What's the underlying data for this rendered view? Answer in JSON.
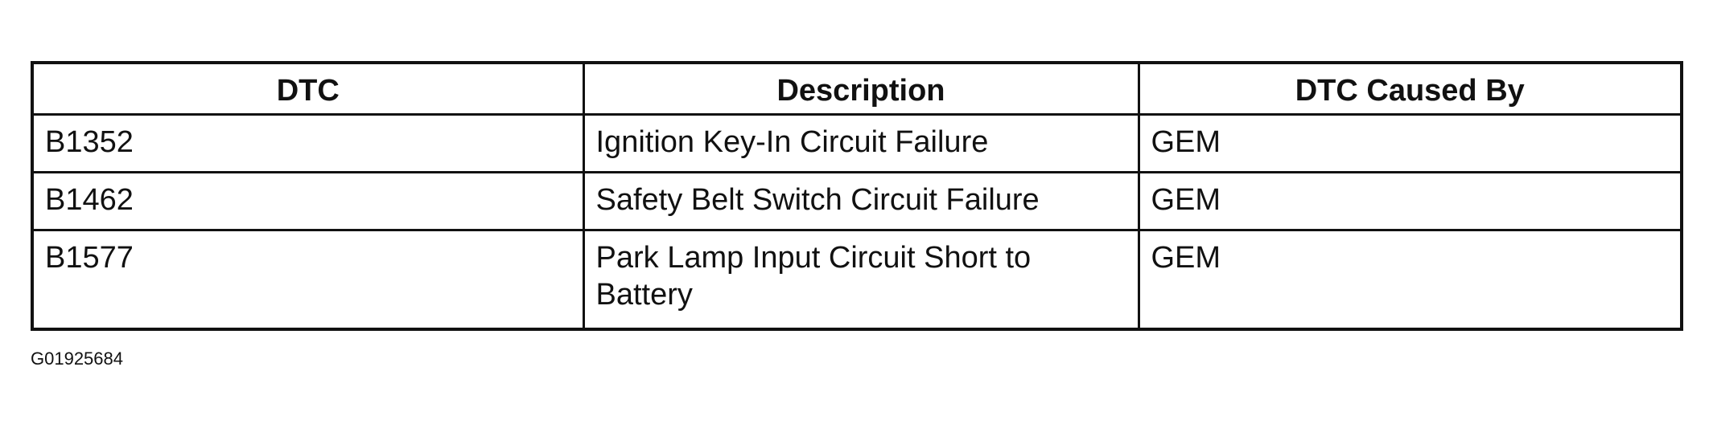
{
  "table": {
    "headers": [
      "DTC",
      "Description",
      "DTC Caused By"
    ],
    "rows": [
      {
        "dtc": "B1352",
        "description": "Ignition Key-In Circuit Failure",
        "caused_by": "GEM"
      },
      {
        "dtc": "B1462",
        "description": "Safety Belt Switch Circuit Failure",
        "caused_by": "GEM"
      },
      {
        "dtc": "B1577",
        "description": "Park Lamp Input Circuit Short to Battery",
        "caused_by": "GEM"
      }
    ]
  },
  "figure_id": "G01925684"
}
